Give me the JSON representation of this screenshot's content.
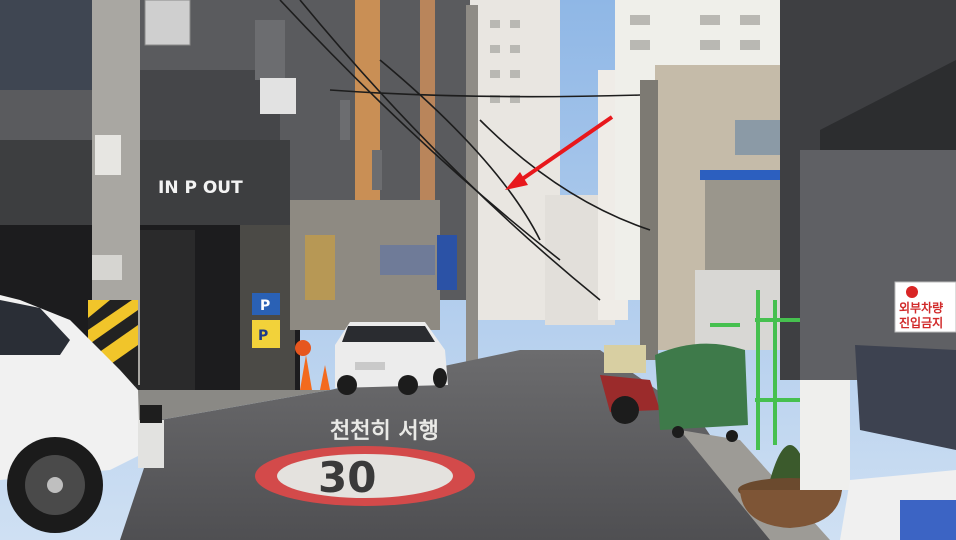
{
  "scene": {
    "signs": {
      "parking_entrance": "IN  P  OUT",
      "speed_limit": "30",
      "road_marking": "천천히 서행",
      "no_entry_line1": "외부차량",
      "no_entry_line2": "진입금지",
      "parking_badge": "P",
      "disabled_badge": "P"
    },
    "colors": {
      "sky": "#a9c9ec",
      "road": "#5e5e60",
      "arrow": "#e8181c",
      "speed_ring": "#d34a4a"
    }
  }
}
